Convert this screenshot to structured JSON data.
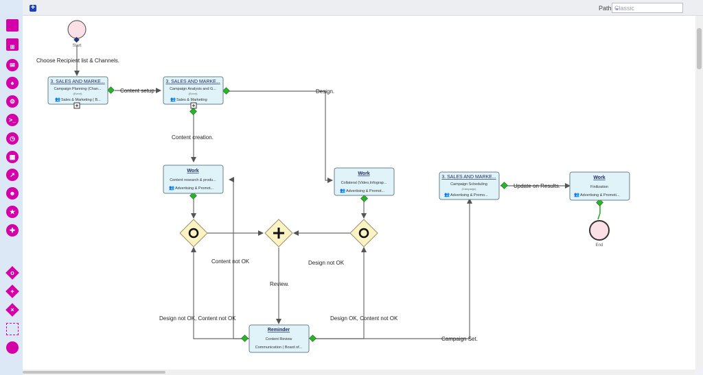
{
  "toolbar": {
    "add_icon": "plus-square-icon",
    "paths_label": "Paths",
    "paths_value": "Classic"
  },
  "palette": [
    "square-icon",
    "subprocess-icon",
    "email-icon",
    "bell-icon",
    "gears-icon",
    "terminal-icon",
    "timer-icon",
    "bag-icon",
    "export-icon",
    "robot-icon",
    "person-gear-icon",
    "document-add-icon",
    "gateway-exclusive-icon",
    "gateway-parallel-icon",
    "gateway-cancel-icon",
    "selection-icon",
    "end-event-icon"
  ],
  "events": {
    "start": "Start",
    "end": "End"
  },
  "tasks": {
    "t1": {
      "title": "3. SALES AND MARKE...",
      "sub": "Campaign Planning (Chan...",
      "kind": "(Event)",
      "owner": "Sales & Marketing ( B..."
    },
    "t2": {
      "title": "3. SALES AND MARKE...",
      "sub": "Campaign Analysis and G...",
      "kind": "(Event)",
      "owner": "Sales & Marketing"
    },
    "t3": {
      "title": "Work",
      "sub": "Content research & produ...",
      "owner": "Advertising & Promot..."
    },
    "t4": {
      "title": "Work",
      "sub": "Collateral (Video,Infograp...",
      "owner": "Advertising & Promot..."
    },
    "t5": {
      "title": "3. SALES AND MARKE...",
      "sub": "Campaign Scheduling",
      "kind": "(Campaign)",
      "owner": "Advertising & Promo..."
    },
    "t6": {
      "title": "Work",
      "sub": "Finilization",
      "owner": "Advertising & Promoti..."
    },
    "t7": {
      "title": "Reminder",
      "sub": "Content Review",
      "owner": "Communication ( Board of..."
    }
  },
  "labels": {
    "l1": "Choose Recipient list & Channels.",
    "l2": "Content setup",
    "l3": "Design.",
    "l4": "Content creation.",
    "l5": "Update on Results.",
    "l6": "Content not OK",
    "l7": "Design not OK",
    "l8": "Review.",
    "l9": "Design not OK, Content not OK",
    "l10": "Design OK, Content not OK",
    "l11": "Campaign Set."
  }
}
